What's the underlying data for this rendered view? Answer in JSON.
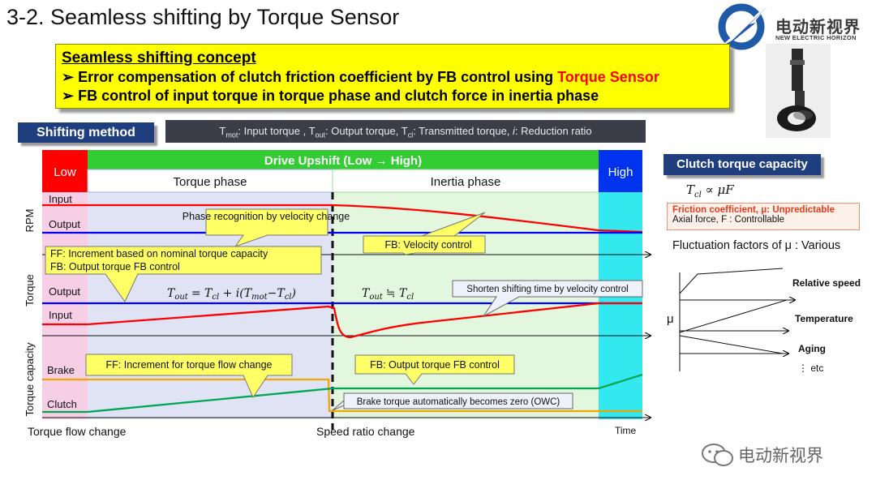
{
  "slide": {
    "title": "3-2. Seamless shifting by Torque Sensor"
  },
  "concept": {
    "title": "Seamless shifting concept",
    "line1_prefix": "➢ Error compensation of clutch friction coefficient by FB control using ",
    "line1_highlight": "Torque Sensor",
    "line2": "➢ FB control of input torque in torque phase and clutch force in inertia phase"
  },
  "shift_method": {
    "label": "Shifting method"
  },
  "notation": {
    "t1": "T",
    "s1": "mot",
    "t2": ": Input torque , T",
    "s2": "out",
    "t3": ": Output torque, T",
    "s3": "cl",
    "t4": ": Transmitted torque,  ",
    "t5": "i",
    "t6": ": Reduction ratio"
  },
  "diagram": {
    "low": "Low",
    "high": "High",
    "drive_upshift": "Drive Upshift (Low → High)",
    "torque_phase": "Torque phase",
    "inertia_phase": "Inertia phase",
    "axis_rpm": "RPM",
    "axis_torque": "Torque",
    "axis_capacity": "Torque capacity",
    "row_input_rpm": "Input",
    "row_output_rpm": "Output",
    "row_output_torque": "Output",
    "row_input_torque": "Input",
    "row_brake": "Brake",
    "row_clutch": "Clutch",
    "callout_phase_recog": "Phase recognition by velocity change",
    "callout_fb_velocity": "FB: Velocity control",
    "callout_ff_line1": "FF: Increment based on nominal torque capacity",
    "callout_ff_line2": "FB: Output torque FB control",
    "eq_torque_lhs": "T",
    "eq_torque_lhs_sub": "out",
    "eq_torque_rhs": "= T",
    "eq_torque_rhs_sub1": "cl",
    "eq_torque_rhs_mid": " + i(T",
    "eq_torque_rhs_sub2": "mot",
    "eq_torque_rhs_mid2": "−T",
    "eq_torque_rhs_sub3": "cl",
    "eq_torque_rhs_end": ")",
    "eq_inertia_lhs": "T",
    "eq_inertia_lhs_sub": "out",
    "eq_inertia_rhs": "≒ T",
    "eq_inertia_rhs_sub": "cl",
    "callout_shorten": "Shorten shifting time by velocity control",
    "callout_ff_torque_flow": "FF: Increment for torque flow change",
    "callout_fb_output": "FB: Output torque FB control",
    "callout_brake_zero": "Brake torque automatically becomes zero (OWC)",
    "label_torque_flow": "Torque flow change",
    "label_speed_ratio": "Speed ratio change",
    "label_time": "Time"
  },
  "clutch": {
    "title": "Clutch torque capacity",
    "formula": "T",
    "formula_sub": "cl",
    "formula_rest": " ∝ μF",
    "friction": "Friction coefficient, μ: Unpredictable",
    "axial": "Axial force, F : Controllable",
    "fluct_title": "Fluctuation factors of μ : Various",
    "mu": "μ",
    "factor1": "Relative speed",
    "factor2": "Temperature",
    "factor3": "Aging",
    "factor4": "⋮ etc"
  },
  "brand": {
    "logo": "电动新视界",
    "logo_sub": "NEW ELECTRIC HORIZON",
    "wechat": "电动新视界"
  },
  "colors": {
    "red": "#ff0000",
    "blue": "#0000ff",
    "green": "#00a651",
    "orange": "#f0a800",
    "callout": "#ffff66",
    "nav": "#1f3e7e"
  }
}
